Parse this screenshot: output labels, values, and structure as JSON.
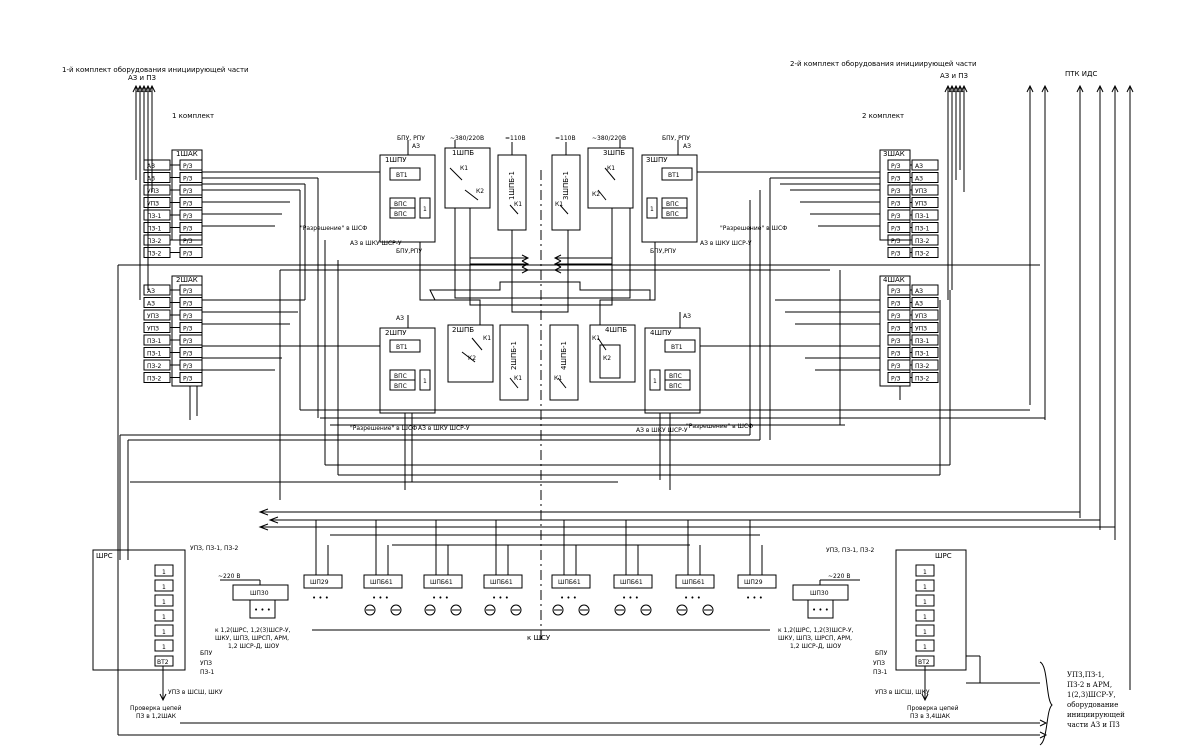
{
  "titles": {
    "left_set": "1-й комплект оборудования инициирующей части",
    "right_set": "2-й комплект оборудования инициирующей части",
    "left_az_pz": "АЗ и ПЗ",
    "right_az_pz": "АЗ и ПЗ",
    "ptk_ids": "ПТК ИДС",
    "komplekt1": "1 комплект",
    "komplekt2": "2 комплект"
  },
  "cabinets": {
    "shak1": "1ШАК",
    "shak2": "2ШАК",
    "shak3": "3ШАК",
    "shak4": "4ШАК",
    "shpu1": "1ШПУ",
    "shpu2": "2ШПУ",
    "shpu3": "3ШПУ",
    "shpu4": "4ШПУ",
    "shpb1": "1ШПБ",
    "shpb2": "2ШПБ",
    "shpb3": "3ШПБ",
    "shpb4": "4ШПБ",
    "shpbv1": "1ШПБ-1",
    "shpbv2": "2ШПБ-1",
    "shpbv3": "3ШПБ-1",
    "shpbv4": "4ШПБ-1",
    "shrs_left": "ШРС",
    "shrs_right": "ШРС"
  },
  "module_labels": {
    "rz": "Р/З",
    "vt1": "ВТ1",
    "vpc": "ВПС",
    "one": "1",
    "vt2": "ВТ2",
    "k1": "К1",
    "k2": "К2"
  },
  "shak1_inputs": [
    "АЗ",
    "АЗ",
    "УПЗ",
    "УПЗ",
    "ПЗ-1",
    "ПЗ-1",
    "ПЗ-2",
    "ПЗ-2"
  ],
  "shak2_inputs": [
    "АЗ",
    "АЗ",
    "УПЗ",
    "УПЗ",
    "ПЗ-1",
    "ПЗ-1",
    "ПЗ-2",
    "ПЗ-2"
  ],
  "shak3_outputs": [
    "АЗ",
    "АЗ",
    "УПЗ",
    "УПЗ",
    "ПЗ-1",
    "ПЗ-1",
    "ПЗ-2",
    "ПЗ-2"
  ],
  "shak4_outputs": [
    "АЗ",
    "АЗ",
    "УПЗ",
    "УПЗ",
    "ПЗ-1",
    "ПЗ-1",
    "ПЗ-2",
    "ПЗ-2"
  ],
  "supply": {
    "bpu_rpu_1": "БПУ, РПУ",
    "az_1": "АЗ",
    "v380_1": "~380/220В",
    "v110_1": "=110В",
    "v110_3": "=110В",
    "v380_3": "~380/220В",
    "bpu_rpu_3": "БПУ, РПУ",
    "az_3": "АЗ",
    "az_2": "АЗ",
    "az_4": "АЗ"
  },
  "notes": {
    "razr1": "\"Разрешение\" в ШСФ",
    "az_shku_1": "АЗ в ШКУ ШСР-У",
    "bpu_1": "БПУ,РПУ",
    "razr3": "\"Разрешение\" в ШСФ",
    "az_shku_3": "АЗ в ШКУ ШСР-У",
    "bpu_3": "БПУ,РПУ",
    "razr2": "\"Разрешение\" в ШСФ",
    "az_shku_2": "АЗ в ШКУ ШСР-У",
    "razr4": "\"Разрешение\" в ШСФ",
    "az_shku_4": "АЗ в ШКУ ШСР-У"
  },
  "bottom": {
    "upz_left": "УПЗ, ПЗ-1, ПЗ-2",
    "upz_right": "УПЗ, ПЗ-1, ПЗ-2",
    "v220_left": "~220 В",
    "v220_right": "~220 В",
    "shp30": "ШП30",
    "shp29": "ШП29",
    "shpb61": "ШПБ61",
    "k_shsu": "к ШСУ",
    "left_dest": "к 1,2(ШРС, 1,2(3)ШСР-У, ШКУ, ШПЗ, ШРСП, АРМ, 1,2 ШСР-Д, ШОУ",
    "right_dest": "к 1,2(ШРС, 1,2(3)ШСР-У, ШКУ, ШПЗ, ШРСП, АРМ, 1,2 ШСР-Д, ШОУ",
    "bpu_left": "БПУ",
    "upz_l2": "УПЗ",
    "pz1_l": "ПЗ-1",
    "bpu_right": "БПУ",
    "upz_r2": "УПЗ",
    "pz1_r": "ПЗ-1",
    "upz_shsu_left": "УПЗ в ШСШ, ШКУ",
    "upz_shsu_right": "УПЗ в ШСШ, ШКУ",
    "check_left": "Проверка цепей ПЗ в 1,2ШАК",
    "check_right": "Проверка цепей ПЗ в 3,4ШАК",
    "legend": [
      "УПЗ,ПЗ-1,",
      "ПЗ-2 в АРМ,",
      "1(2,3)ШСР-У,",
      "оборудование",
      "инициирующей",
      "части АЗ и ПЗ"
    ]
  }
}
